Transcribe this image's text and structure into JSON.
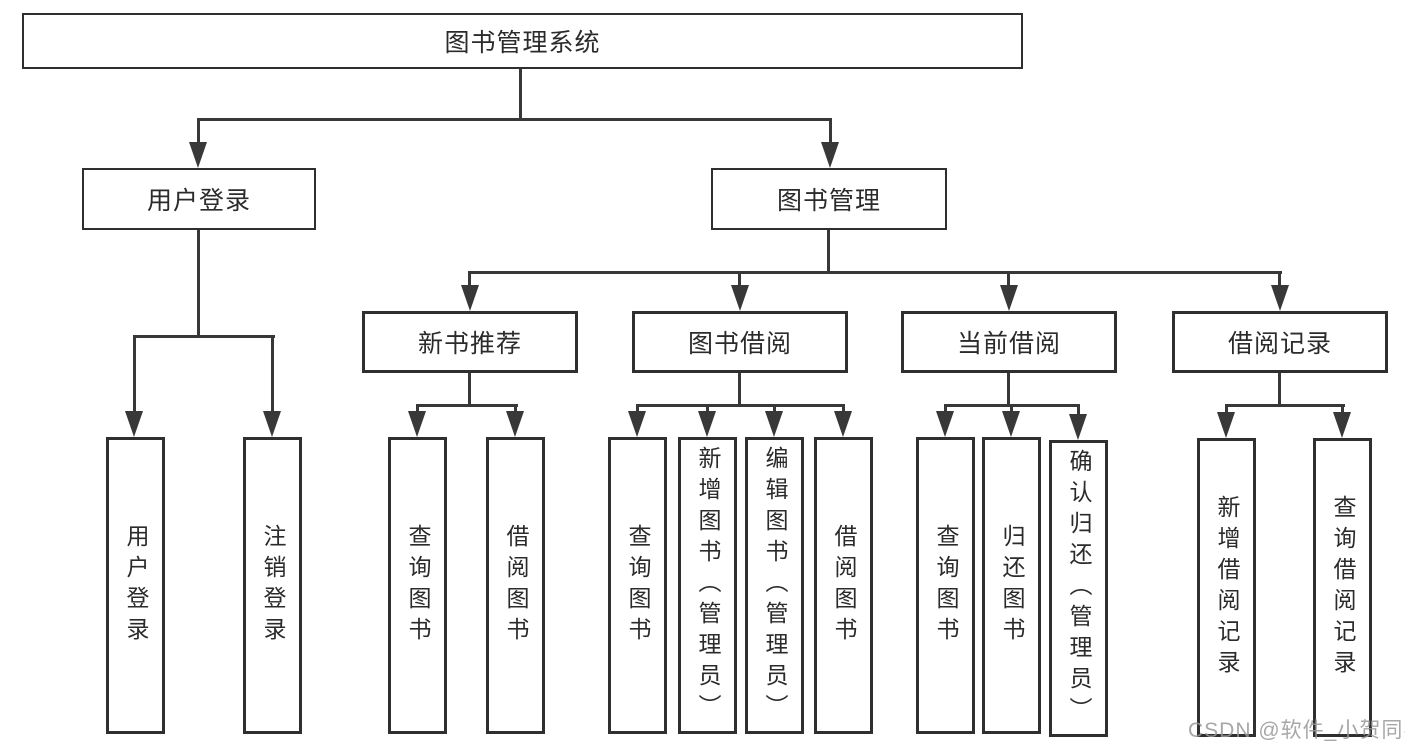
{
  "tree": {
    "root": {
      "label": "图书管理系统"
    },
    "user_login": {
      "label": "用户登录",
      "children": [
        {
          "label": "用户登录"
        },
        {
          "label": "注销登录"
        }
      ]
    },
    "book_management": {
      "label": "图书管理",
      "children": [
        {
          "label": "新书推荐",
          "children": [
            {
              "label": "查询图书"
            },
            {
              "label": "借阅图书"
            }
          ]
        },
        {
          "label": "图书借阅",
          "children": [
            {
              "label": "查询图书"
            },
            {
              "label": "新增图书（管理员）"
            },
            {
              "label": "编辑图书（管理员）"
            },
            {
              "label": "借阅图书"
            }
          ]
        },
        {
          "label": "当前借阅",
          "children": [
            {
              "label": "查询图书"
            },
            {
              "label": "归还图书"
            },
            {
              "label": "确认归还（管理员）"
            }
          ]
        },
        {
          "label": "借阅记录",
          "children": [
            {
              "label": "新增借阅记录"
            },
            {
              "label": "查询借阅记录"
            }
          ]
        }
      ]
    }
  },
  "watermark": {
    "text": "CSDN @软件_小贺同学"
  },
  "icons": {
    "arrowhead": "triangle-down"
  },
  "colors": {
    "line": "#383838",
    "box_border": "#2f2f2f",
    "text": "#2b2b2b",
    "watermark": "#989898",
    "background": "#ffffff"
  }
}
